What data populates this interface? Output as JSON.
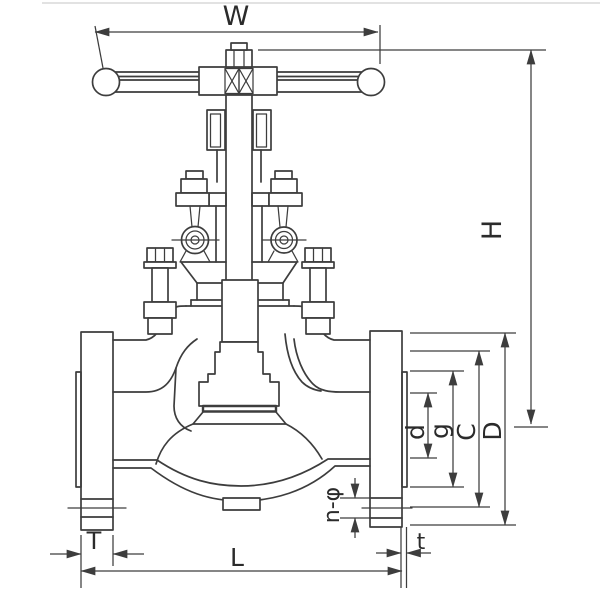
{
  "drawing": {
    "title": "globe-valve-dimensional-cross-section",
    "colors": {
      "line": "#3d3d3d",
      "background": "#ffffff",
      "page_border": "#d9d9d9"
    },
    "dim_labels": {
      "W": "W",
      "H": "H",
      "D": "D",
      "C": "C",
      "g": "g",
      "d": "d",
      "n_phi": "n-φ",
      "t": "t",
      "T": "T",
      "L": "L"
    }
  }
}
